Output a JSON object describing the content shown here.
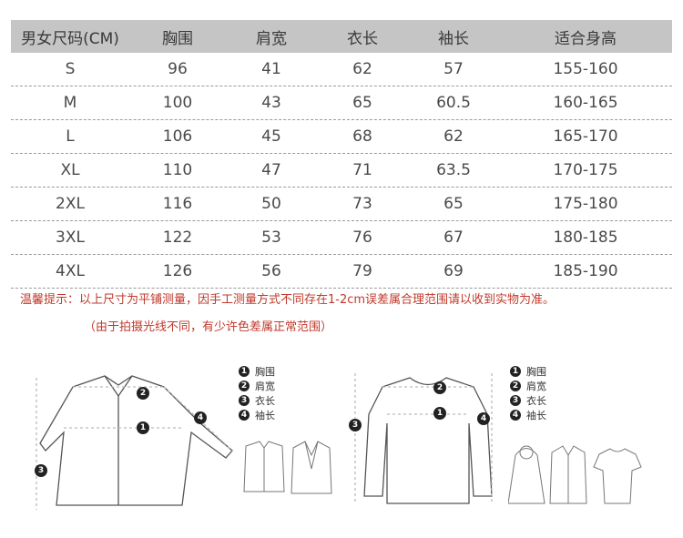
{
  "table": {
    "headers": [
      "男女尺码(CM)",
      "胸围",
      "肩宽",
      "衣长",
      "袖长",
      "适合身高"
    ],
    "rows": [
      [
        "S",
        "96",
        "41",
        "62",
        "57",
        "155-160"
      ],
      [
        "M",
        "100",
        "43",
        "65",
        "60.5",
        "160-165"
      ],
      [
        "L",
        "106",
        "45",
        "68",
        "62",
        "165-170"
      ],
      [
        "XL",
        "110",
        "47",
        "71",
        "63.5",
        "170-175"
      ],
      [
        "2XL",
        "116",
        "50",
        "73",
        "65",
        "175-180"
      ],
      [
        "3XL",
        "122",
        "53",
        "76",
        "67",
        "180-185"
      ],
      [
        "4XL",
        "126",
        "56",
        "79",
        "69",
        "185-190"
      ]
    ]
  },
  "notes": {
    "tip": "温馨提示：以上尺寸为平铺测量，因手工测量方式不同存在1-2cm误差属合理范围请以收到实物为准。",
    "sub": "（由于拍摄光线不同，有少许色差属正常范围）"
  },
  "legend": {
    "items": [
      {
        "num": "1",
        "label": "胸围"
      },
      {
        "num": "2",
        "label": "肩宽"
      },
      {
        "num": "3",
        "label": "衣长"
      },
      {
        "num": "4",
        "label": "袖长"
      }
    ]
  }
}
